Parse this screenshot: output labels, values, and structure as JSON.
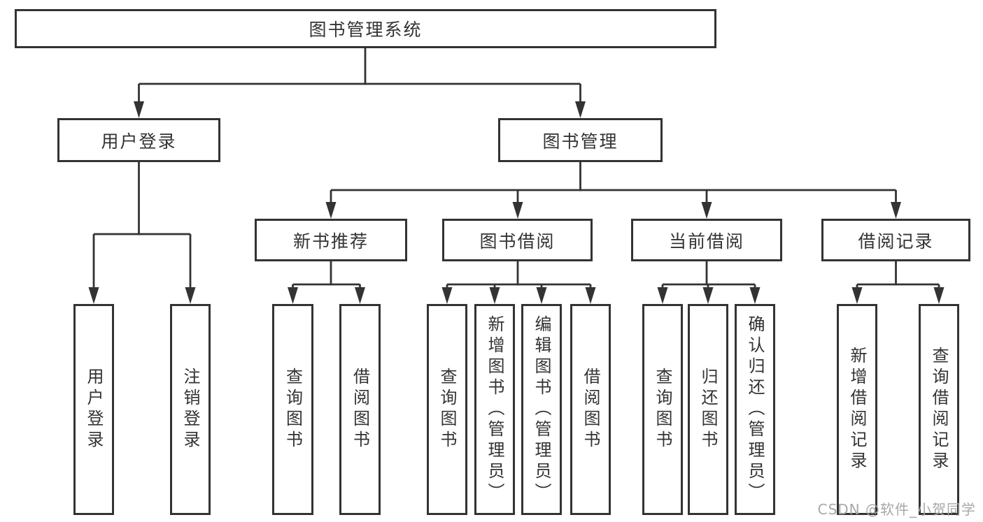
{
  "tree": {
    "root": {
      "label": "图书管理系统"
    },
    "branches": [
      {
        "label": "用户登录",
        "children": [
          {
            "label": "用户登录"
          },
          {
            "label": "注销登录"
          }
        ]
      },
      {
        "label": "图书管理",
        "children": [
          {
            "label": "新书推荐",
            "children": [
              {
                "label": "查询图书"
              },
              {
                "label": "借阅图书"
              }
            ]
          },
          {
            "label": "图书借阅",
            "children": [
              {
                "label": "查询图书"
              },
              {
                "label": "新增图书（管理员）"
              },
              {
                "label": "编辑图书（管理员）"
              },
              {
                "label": "借阅图书"
              }
            ]
          },
          {
            "label": "当前借阅",
            "children": [
              {
                "label": "查询图书"
              },
              {
                "label": "归还图书"
              },
              {
                "label": "确认归还（管理员）"
              }
            ]
          },
          {
            "label": "借阅记录",
            "children": [
              {
                "label": "新增借阅记录"
              },
              {
                "label": "查询借阅记录"
              }
            ]
          }
        ]
      }
    ]
  },
  "watermark": "CSDN @软件_小贺同学",
  "colors": {
    "line": "#333333",
    "box_border": "#333333",
    "box_fill": "#ffffff",
    "text": "#333333",
    "watermark": "#a8a8a8",
    "background": "#ffffff"
  }
}
